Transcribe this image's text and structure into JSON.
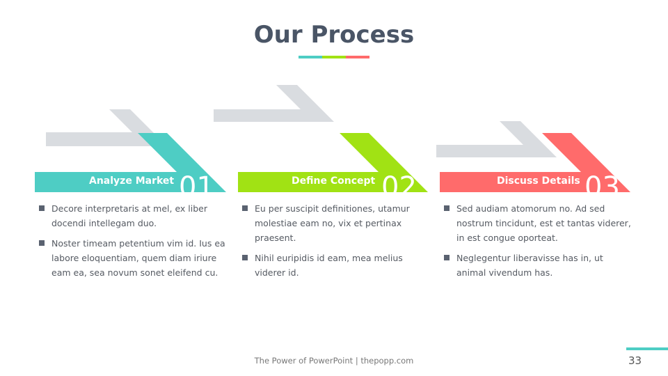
{
  "title": "Our Process",
  "colors": {
    "teal": "#4ECDC4",
    "green": "#A1E214",
    "red": "#FF6B6B",
    "gray": "#D9DCE0"
  },
  "steps": [
    {
      "label": "Analyze Market",
      "number": "01",
      "bullets": [
        "Decore interpretaris at mel, ex liber docendi intellegam duo.",
        "Noster timeam petentium vim id. Ius ea labore eloquentiam, quem diam iriure eam ea, sea novum sonet eleifend cu."
      ]
    },
    {
      "label": "Define Concept",
      "number": "02",
      "bullets": [
        "Eu per suscipit definitiones, utamur molestiae eam no, vix et pertinax praesent.",
        "Nihil euripidis id eam, mea melius viderer id."
      ]
    },
    {
      "label": "Discuss Details",
      "number": "03",
      "bullets": [
        "Sed audiam atomorum no. Ad sed nostrum tincidunt, est et tantas viderer, in est congue oporteat.",
        "Neglegentur liberavisse has in, ut animal vivendum has."
      ]
    }
  ],
  "footer": "The Power of PowerPoint | thepopp.com",
  "page_number": "33"
}
